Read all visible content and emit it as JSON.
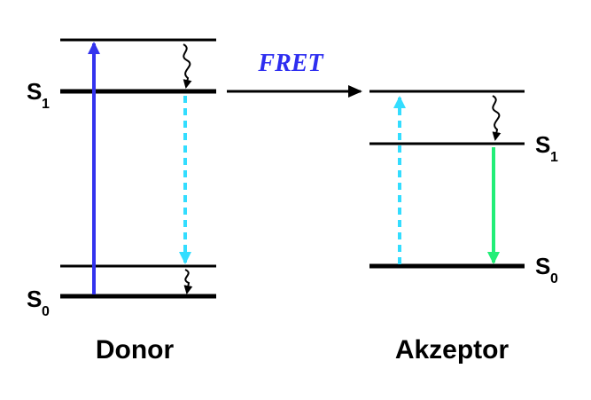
{
  "donor": {
    "name": "Donor",
    "s1": {
      "letter": "S",
      "sub": "1"
    },
    "s0": {
      "letter": "S",
      "sub": "0"
    }
  },
  "acceptor": {
    "name": "Akzeptor",
    "s1": {
      "letter": "S",
      "sub": "1"
    },
    "s0": {
      "letter": "S",
      "sub": "0"
    }
  },
  "transfer_label": "FRET",
  "colors": {
    "excitation": "#3333ee",
    "transfer": "#33ddff",
    "emission": "#22ee77",
    "level": "#000000"
  }
}
